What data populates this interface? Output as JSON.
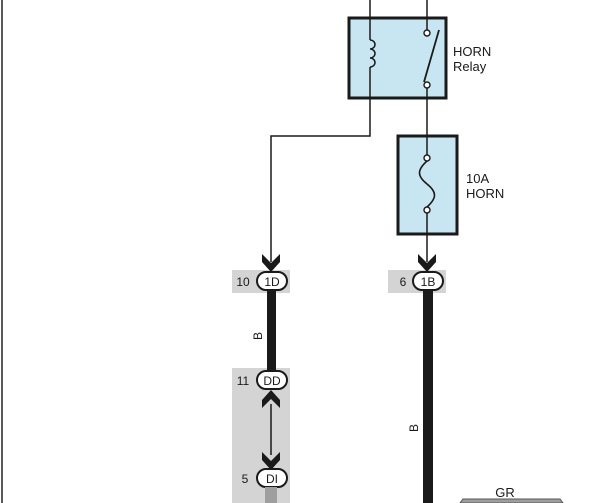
{
  "relay": {
    "label_line1": "HORN",
    "label_line2": "Relay"
  },
  "fuse": {
    "label_line1": "10A",
    "label_line2": "HORN"
  },
  "connectors": [
    {
      "pin": "10",
      "code": "1D"
    },
    {
      "pin": "6",
      "code": "1B"
    },
    {
      "pin": "11",
      "code": "DD"
    },
    {
      "pin": "5",
      "code": "DI"
    }
  ],
  "wires": {
    "left_color": "B",
    "right_color": "B",
    "bottom_right_color": "GR"
  },
  "colors": {
    "component_fill": "#c8e6f2",
    "wire": "#1a1a1a",
    "gray_wire": "#9e9e9e",
    "shaded_region": "#d4d4d4"
  }
}
